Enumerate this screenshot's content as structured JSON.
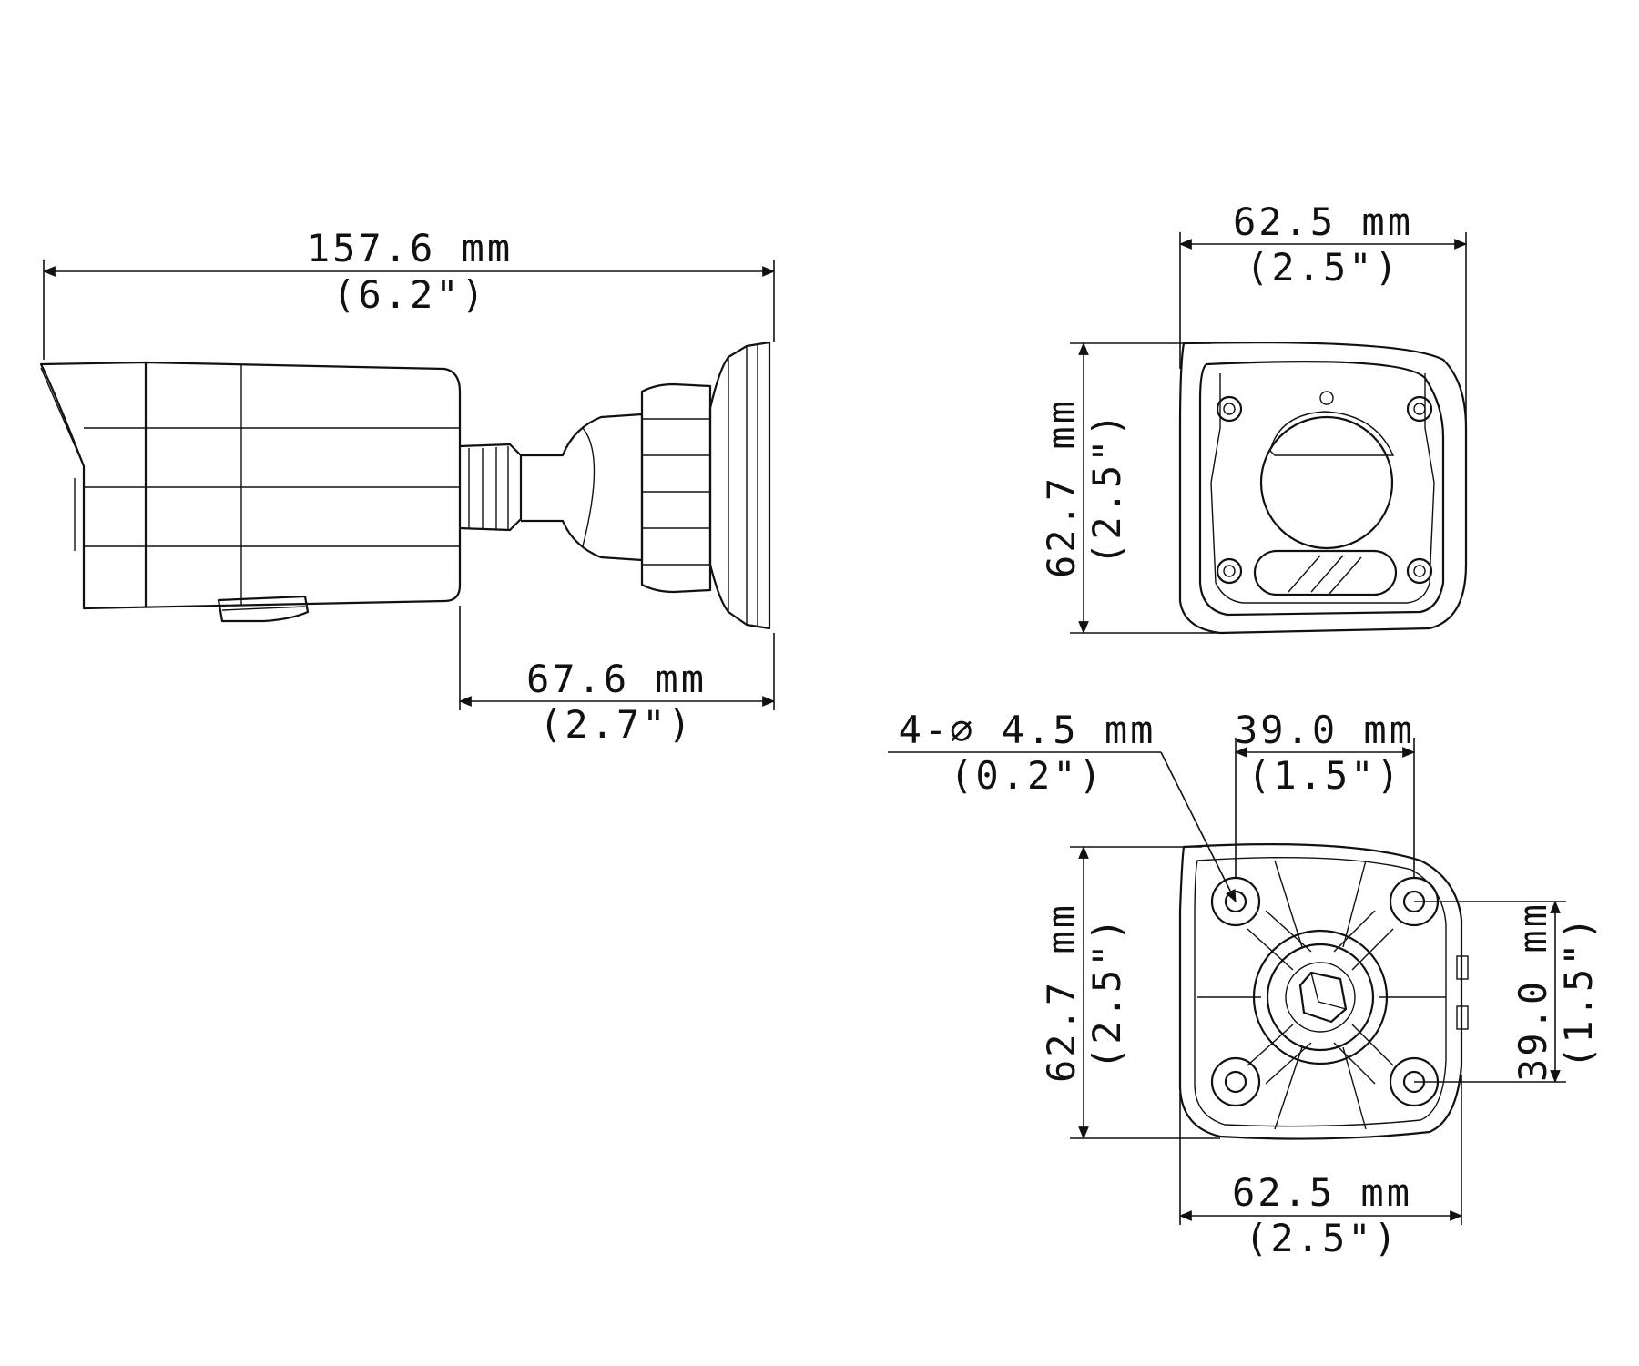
{
  "side_view": {
    "overall_length": {
      "mm": "157.6 mm",
      "inch": "(6.2\")"
    },
    "mount_depth": {
      "mm": "67.6 mm",
      "inch": "(2.7\")"
    }
  },
  "front_view": {
    "width": {
      "mm": "62.5 mm",
      "inch": "(2.5\")"
    },
    "height": {
      "mm": "62.7 mm",
      "inch": "(2.5\")"
    }
  },
  "mount_base_view": {
    "hole_spec": {
      "mm": "4-⌀ 4.5 mm",
      "inch": "(0.2\")"
    },
    "hole_spacing_horizontal": {
      "mm": "39.0 mm",
      "inch": "(1.5\")"
    },
    "hole_spacing_vertical": {
      "mm": "39.0 mm",
      "inch": "(1.5\")"
    },
    "height": {
      "mm": "62.7 mm",
      "inch": "(2.5\")"
    },
    "width": {
      "mm": "62.5 mm",
      "inch": "(2.5\")"
    }
  }
}
